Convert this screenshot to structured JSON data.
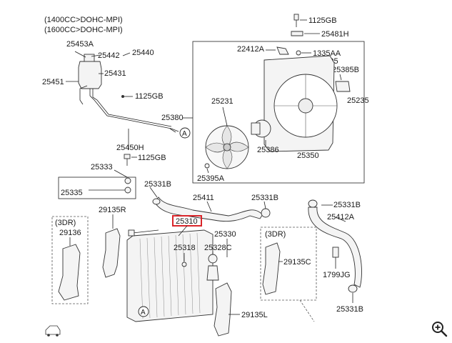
{
  "header": {
    "engine_lines": [
      "(1400CC>DOHC-MPI)",
      "(1600CC>DOHC-MPI)"
    ]
  },
  "parts": {
    "p25453A": "25453A",
    "p25442": "25442",
    "p25440": "25440",
    "p25431": "25431",
    "p25451": "25451",
    "p1125GB_a": "1125GB",
    "p25450H": "25450H",
    "p1125GB_b": "1125GB",
    "p25333": "25333",
    "p25335": "25335",
    "p25331B_a": "25331B",
    "p29135R": "29135R",
    "p3DR_left": "(3DR)",
    "p29136": "29136",
    "p25411": "25411",
    "p25331B_b": "25331B",
    "p25310": "25310",
    "p25330": "25330",
    "p25318": "25318",
    "p25328C": "25328C",
    "p3DR_right": "(3DR)",
    "p29135C": "29135C",
    "p29135L": "29135L",
    "p1125GB_c": "1125GB",
    "p25481H": "25481H",
    "p22412A": "22412A",
    "p1335AA": "1335AA",
    "p25395": "25395",
    "p25385B": "25385B",
    "p25235": "25235",
    "p25231": "25231",
    "p25380": "25380",
    "p25386": "25386",
    "p25350": "25350",
    "p25395A": "25395A",
    "p25331B_c": "25331B",
    "p25412A": "25412A",
    "p1799JG": "1799JG",
    "p25331B_d": "25331B"
  },
  "callouts": {
    "a_top": "A",
    "a_bottom": "A"
  },
  "highlight_color": "#d9252a",
  "icons": {
    "zoom": "zoom-in-icon"
  }
}
